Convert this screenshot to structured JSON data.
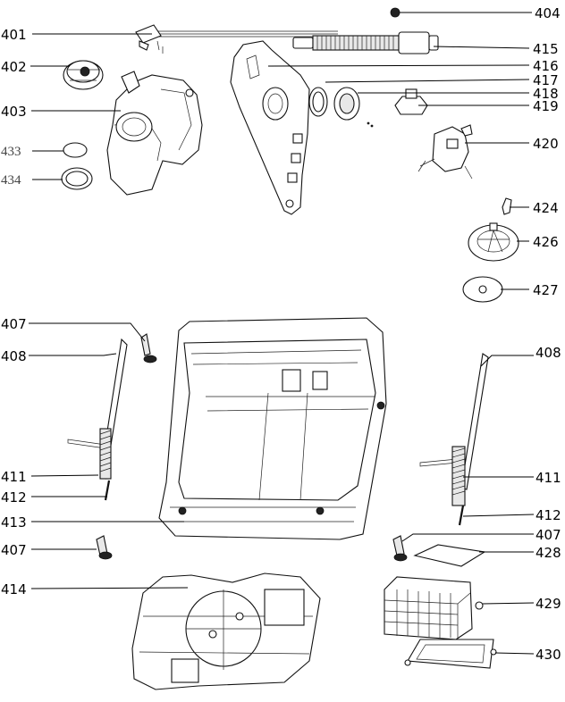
{
  "diagram": {
    "labels": {
      "p401": "401",
      "p402": "402",
      "p403": "403",
      "p404": "404",
      "p407a": "407",
      "p407b": "407",
      "p407c": "407",
      "p408a": "408",
      "p408b": "408",
      "p411a": "411",
      "p411b": "411",
      "p412a": "412",
      "p412b": "412",
      "p413": "413",
      "p414": "414",
      "p415": "415",
      "p416": "416",
      "p417": "417",
      "p418": "418",
      "p419": "419",
      "p420": "420",
      "p424": "424",
      "p426": "426",
      "p427": "427",
      "p428": "428",
      "p429": "429",
      "p430": "430",
      "p433": "433",
      "p434": "434"
    }
  }
}
